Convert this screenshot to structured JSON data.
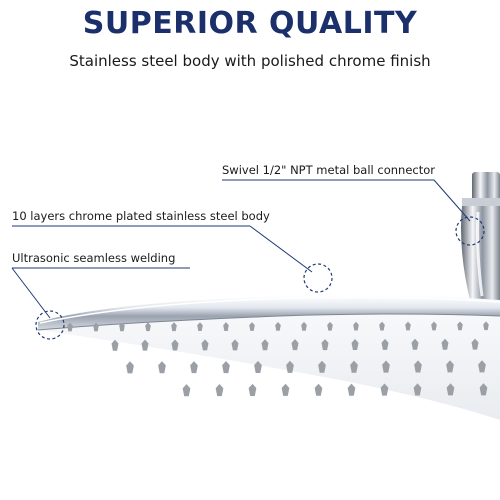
{
  "banner": {
    "headline": "SUPERIOR QUALITY",
    "subhead": "Stainless steel body with polished chrome finish"
  },
  "callouts": [
    {
      "label": "Swivel 1/2\" NPT metal ball connector"
    },
    {
      "label": "10 layers  chrome plated stainless steel body"
    },
    {
      "label": "Ultrasonic seamless welding"
    }
  ],
  "colors": {
    "headline": "#1b2f6b",
    "callout_line": "#1f3a73",
    "nozzle": "#9aa0a6",
    "chrome_light": "#f2f4f7",
    "chrome_dark": "#6b7280"
  }
}
